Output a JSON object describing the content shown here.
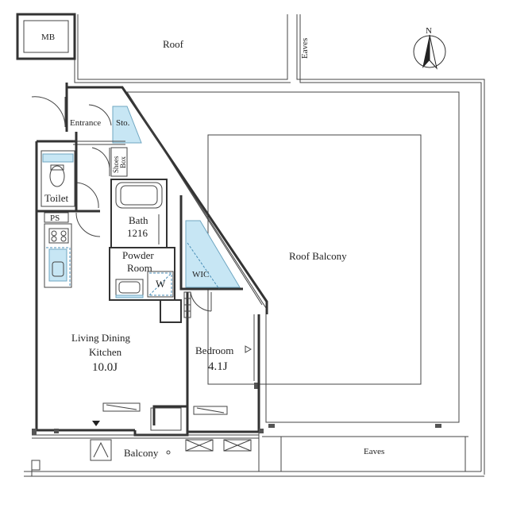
{
  "labels": {
    "mb": "MB",
    "roof": "Roof",
    "eaves_top": "Eaves",
    "north": "N",
    "entrance": "Entrance",
    "storage": "Sto.",
    "shoes_box_line1": "Shoes",
    "shoes_box_line2": "Box",
    "toilet": "Toilet",
    "ps": "PS",
    "bath": "Bath",
    "bath_size": "1216",
    "powder_room_line1": "Powder",
    "powder_room_line2": "Room",
    "washer": "W",
    "wic": "WIC",
    "roof_balcony": "Roof Balcony",
    "ldk_line1": "Living  Dining",
    "ldk_line2": "Kitchen",
    "ldk_size": "10.0J",
    "bedroom": "Bedroom",
    "bedroom_size": "4.1J",
    "balcony": "Balcony",
    "eaves_bottom": "Eaves"
  },
  "colors": {
    "wall": "#333333",
    "wet_area": "#c7e6f4",
    "wet_area_stroke": "#6fa7c2"
  }
}
